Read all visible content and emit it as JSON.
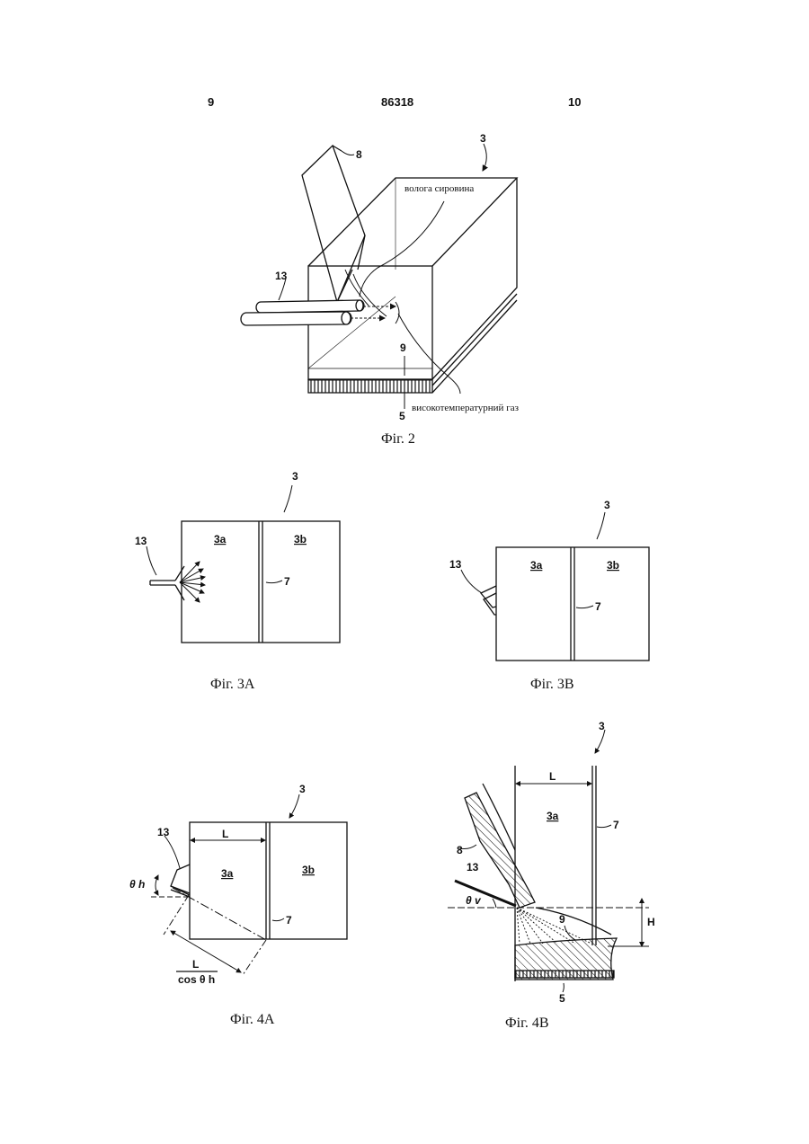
{
  "header": {
    "page_left": "9",
    "patent_number": "86318",
    "page_right": "10"
  },
  "fig2": {
    "caption": "Фіг. 2",
    "label_3": "3",
    "label_8": "8",
    "label_13": "13",
    "label_9": "9",
    "label_5": "5",
    "moist_feed": "волога сировина",
    "hot_gas": "високотемпературний газ"
  },
  "fig3a": {
    "caption": "Фіг. 3A",
    "label_3": "3",
    "label_13": "13",
    "label_3a": "3a",
    "label_3b": "3b",
    "label_7": "7"
  },
  "fig3b": {
    "caption": "Фіг. 3B",
    "label_3": "3",
    "label_13": "13",
    "label_3a": "3a",
    "label_3b": "3b",
    "label_7": "7"
  },
  "fig4a": {
    "caption": "Фіг. 4A",
    "label_3": "3",
    "label_13": "13",
    "label_3a": "3a",
    "label_3b": "3b",
    "label_7": "7",
    "dim_L": "L",
    "angle": "θ h",
    "frac_num": "L",
    "frac_den": "cos θ h"
  },
  "fig4b": {
    "caption": "Фіг. 4B",
    "label_3": "3",
    "label_3a": "3a",
    "label_7": "7",
    "label_8": "8",
    "label_13": "13",
    "label_9": "9",
    "label_5": "5",
    "dim_L": "L",
    "dim_H": "H",
    "angle": "θ v"
  }
}
